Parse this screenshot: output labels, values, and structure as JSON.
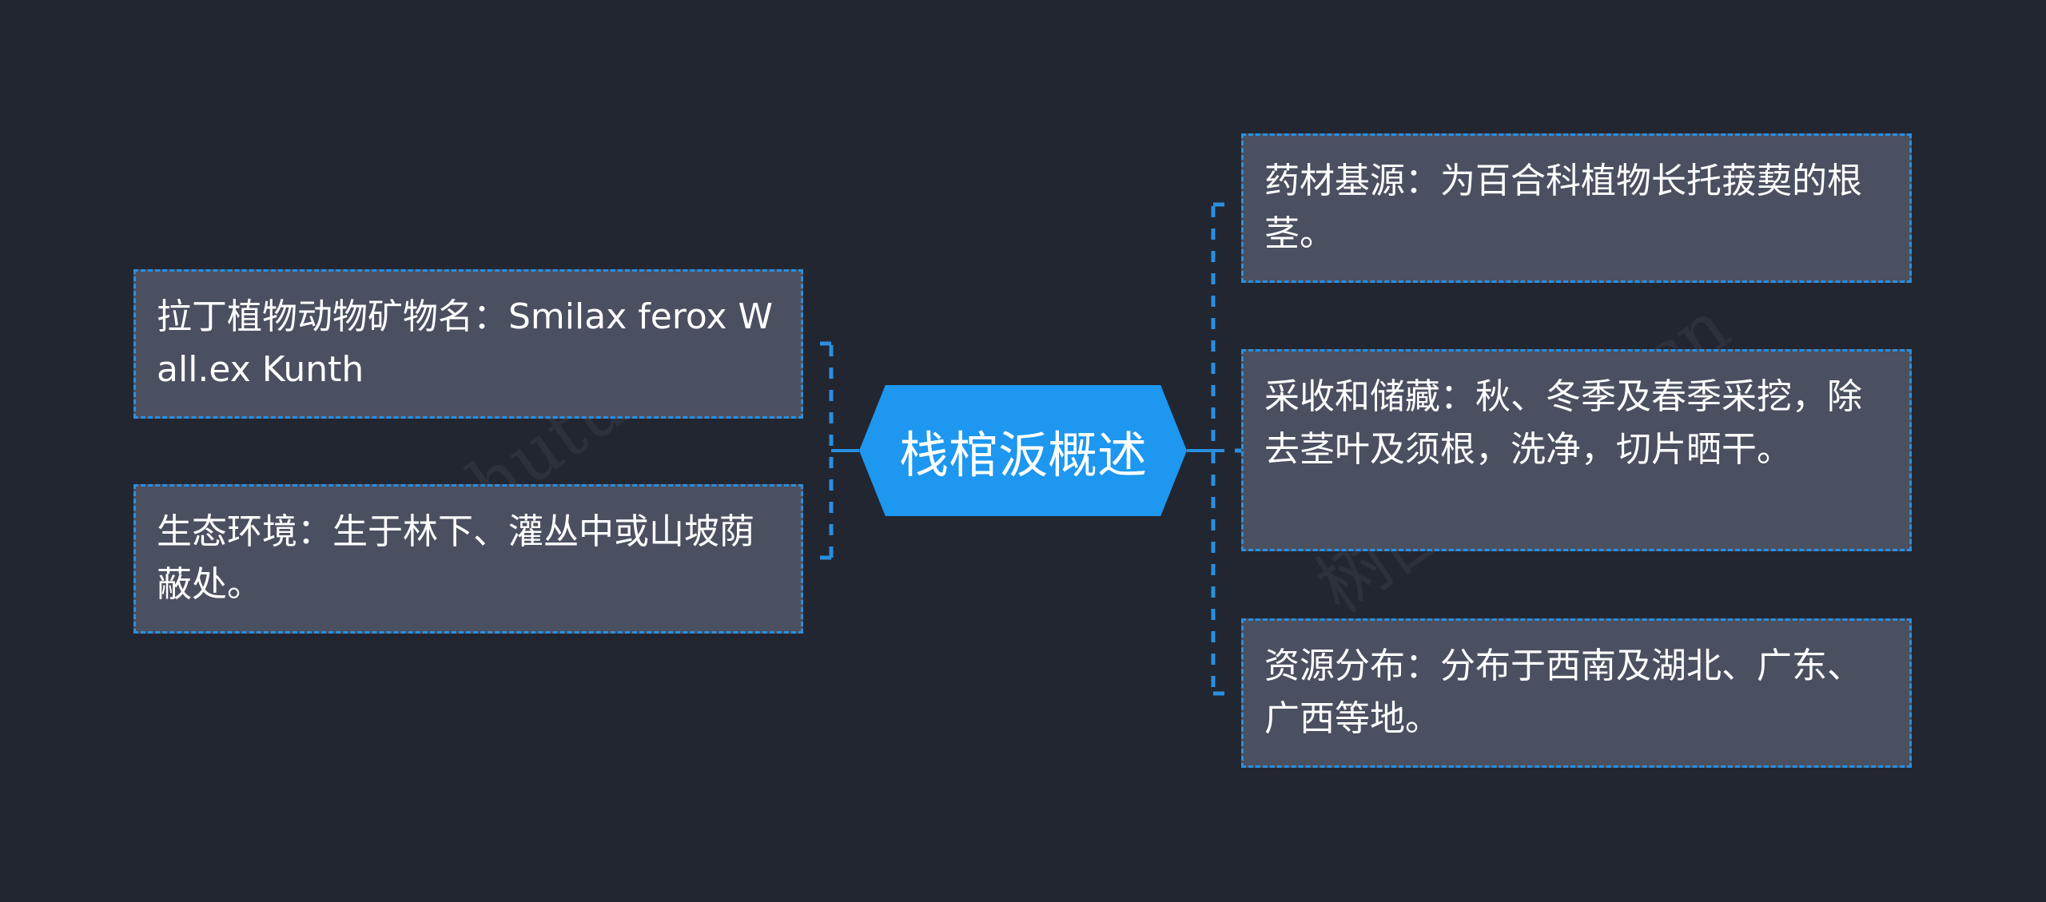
{
  "diagram": {
    "type": "mind-map",
    "root": {
      "label": "栈棺汳概述"
    },
    "left_branches": [
      {
        "label": "拉丁植物动物矿物名：Smilax ferox Wall.ex Kunth"
      },
      {
        "label": "生态环境：生于林下、灌丛中或山坡荫蔽处。"
      }
    ],
    "right_branches": [
      {
        "label": "药材基源：为百合科植物长托菝葜的根茎。"
      },
      {
        "label": "采收和储藏：秋、冬季及春季采挖，除去茎叶及须根，洗净，切片晒干。"
      },
      {
        "label": "资源分布：分布于西南及湖北、广东、广西等地。"
      }
    ],
    "watermark": "树图 shutu.cn"
  },
  "colors": {
    "background": "#222631",
    "root_fill": "#1d97ef",
    "node_fill": "#4a5060",
    "connector": "#2a8fe0",
    "text": "#ffffff"
  }
}
